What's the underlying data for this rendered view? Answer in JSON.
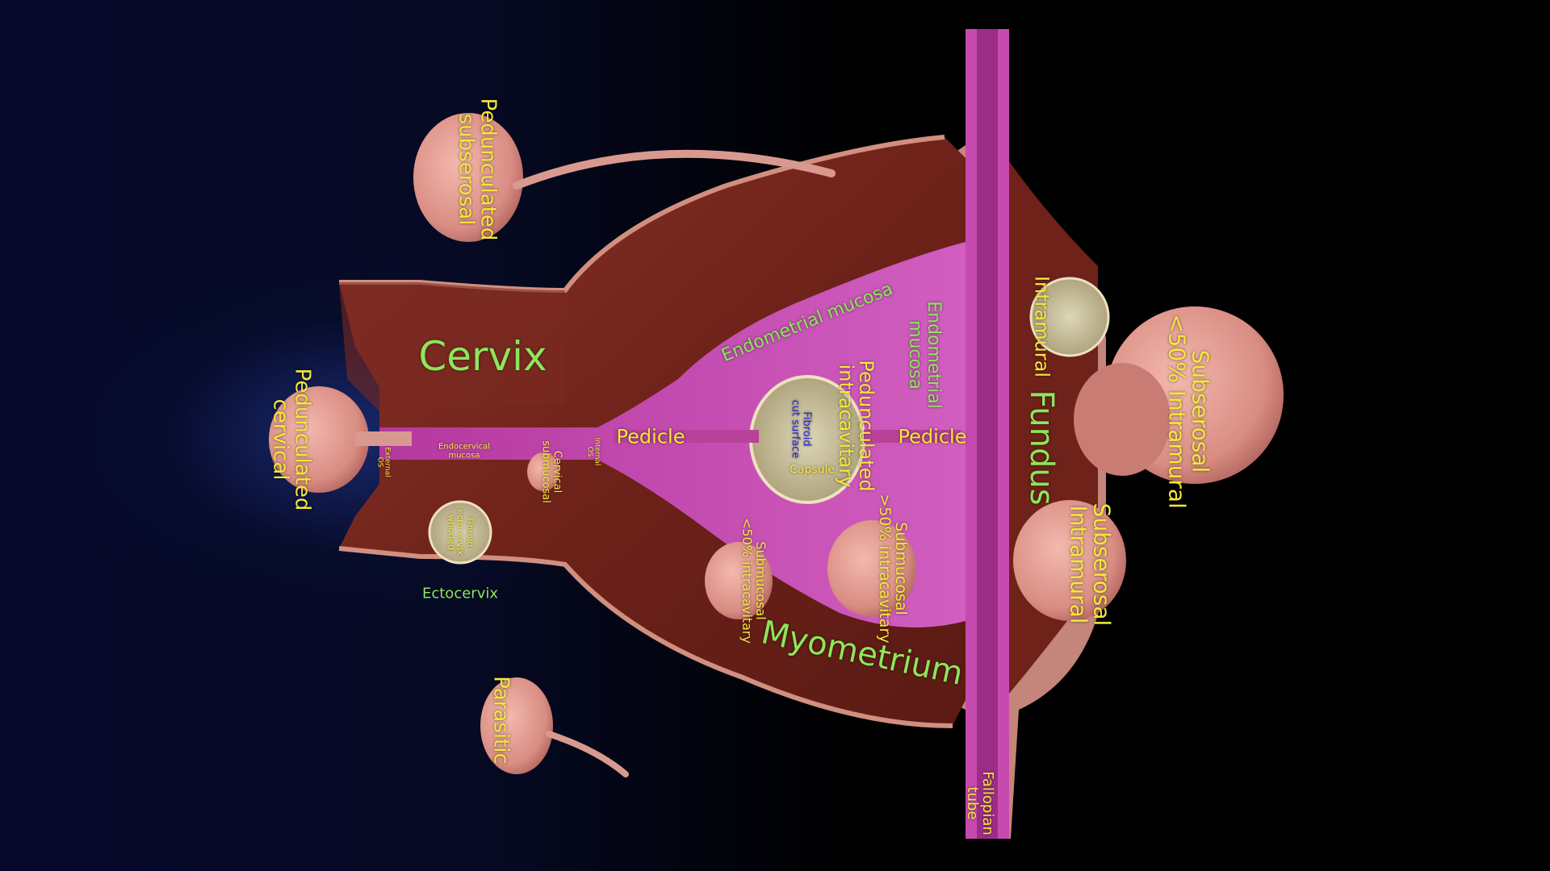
{
  "labels": {
    "pedunculated_subserosal": "Pedunculated\nsubserosal",
    "cervix": "Cervix",
    "pedunculated_cervical": "Pedunculated\ncervical",
    "endometrial_mucosa_diag": "Endometrial mucosa",
    "endometrial_mucosa_vert": "Endometrial\nmucosa",
    "intramural": "Intramural",
    "subserosal_lt50": "Subserosal\n<50% Intramural",
    "fundus": "Fundus",
    "pedunculated_intracavitary": "Pedunculated\nintracavitary",
    "fibroid_cut_surface": "Fibroid\ncut surface",
    "capsule": "Capsule",
    "pedicle_left": "Pedicle",
    "pedicle_right": "Pedicle",
    "endocervical_mucosa": "Endocervical\nmucosa",
    "external_os": "External\nOS",
    "cervical_submucosal": "Cervical\nsubmucosal",
    "internal_os": "Internal\nOS",
    "fibroid_ectocervix": "Fibroid\nectocervix\nwhorled",
    "ectocervix": "Ectocervix",
    "submucosal_lt50": "Submucosal\n<50% intracavitary",
    "submucosal_gt50": "Submucosal\n>50% intracavitary",
    "subserosal_intramural": "Subserosal\nIntramural",
    "myometrium": "Myometrium",
    "parasitic": "Parasitic",
    "fallopian_tube": "Fallopian\ntube"
  },
  "colors": {
    "label_yellow": "#f5e73a",
    "label_green": "#8ee65a",
    "label_blue": "#2a2ad8",
    "myometrium": "#7a2a22",
    "endometrium": "#c045b0",
    "serosa": "#d58a78",
    "fibroid": "#e8a39b",
    "fibroid_cut": "#cfc6a2"
  }
}
